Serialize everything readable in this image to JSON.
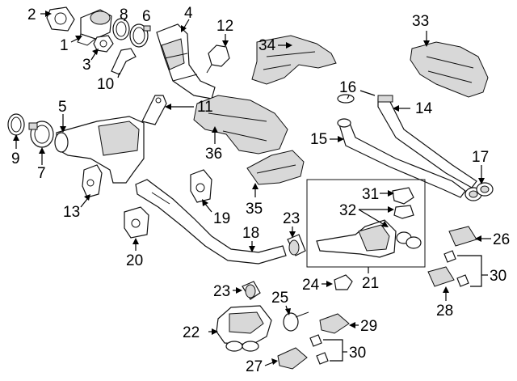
{
  "callouts": {
    "n1": "1",
    "n2": "2",
    "n3": "3",
    "n4": "4",
    "n5": "5",
    "n6": "6",
    "n7": "7",
    "n8": "8",
    "n9": "9",
    "n10": "10",
    "n11": "11",
    "n12": "12",
    "n13": "13",
    "n14": "14",
    "n15": "15",
    "n16": "16",
    "n17": "17",
    "n18": "18",
    "n19": "19",
    "n20": "20",
    "n21": "21",
    "n22": "22",
    "n23a": "23",
    "n23b": "23",
    "n24": "24",
    "n25": "25",
    "n26": "26",
    "n27": "27",
    "n28": "28",
    "n29": "29",
    "n30a": "30",
    "n30b": "30",
    "n31": "31",
    "n32": "32",
    "n33": "33",
    "n34": "34",
    "n35": "35",
    "n36": "36"
  },
  "colors": {
    "ink": "#000000",
    "background": "#ffffff",
    "shade": "#d8d8d8"
  }
}
